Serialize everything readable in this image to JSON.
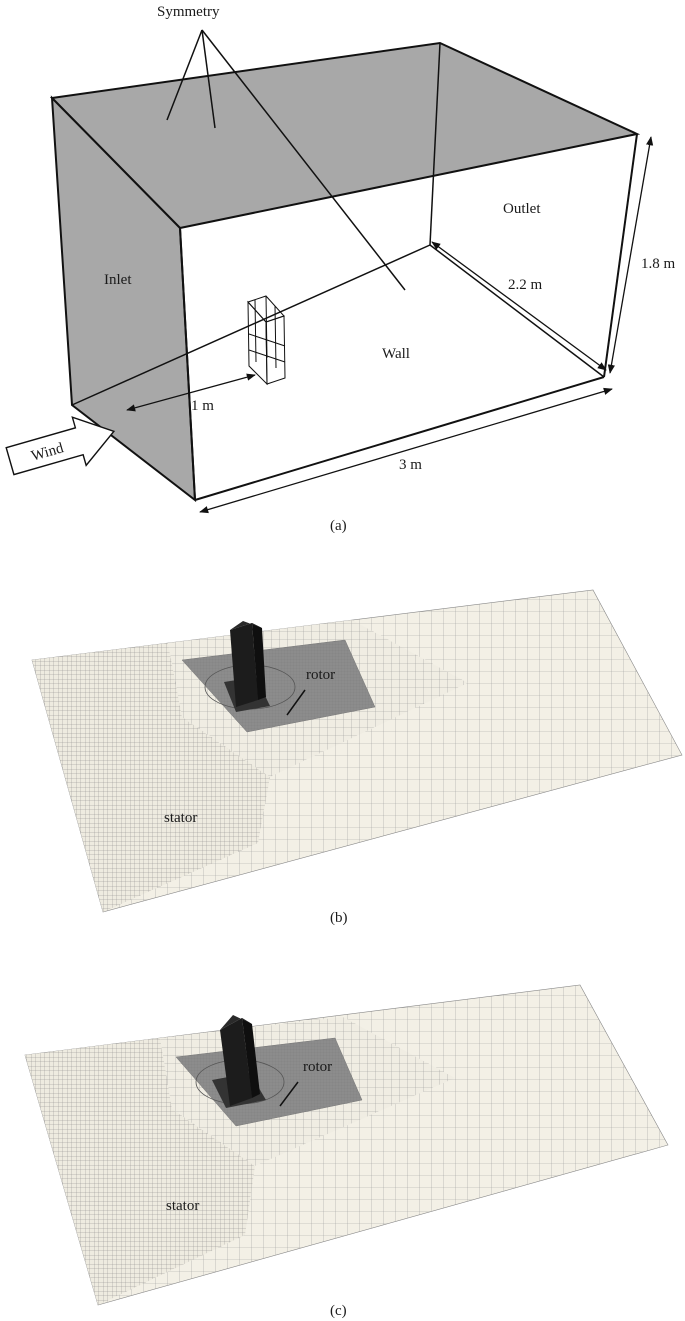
{
  "panel_a": {
    "labels": {
      "symmetry": "Symmetry",
      "outlet": "Outlet",
      "inlet": "Inlet",
      "wall": "Wall",
      "wind": "Wind",
      "dim_height": "1.8 m",
      "dim_depth": "2.2 m",
      "dim_upstream": "1 m",
      "dim_length": "3 m"
    },
    "caption": "(a)"
  },
  "panel_b": {
    "labels": {
      "rotor": "rotor",
      "stator": "stator"
    },
    "caption": "(b)"
  },
  "panel_c": {
    "labels": {
      "rotor": "rotor",
      "stator": "stator"
    },
    "caption": "(c)"
  },
  "colors": {
    "domain_face": "#a8a8a8",
    "mesh_background": "#eeebe0",
    "mesh_line": "#8a8a8a",
    "rotor_zone": "#8c8c8c",
    "building": "#1c1c1c"
  }
}
